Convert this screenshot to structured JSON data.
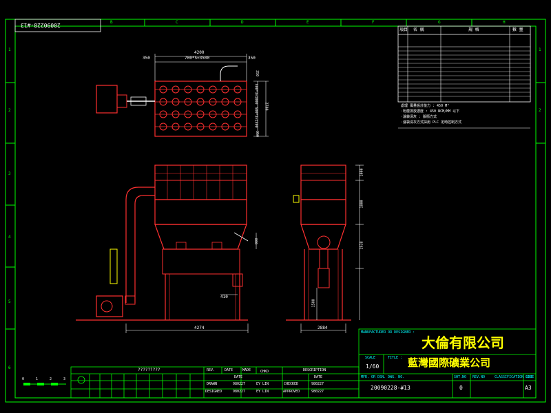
{
  "drawing": {
    "stamp": "20090228-#13",
    "columns": [
      "B",
      "C",
      "D",
      "E",
      "F",
      "G",
      "H"
    ],
    "rows_left": [
      "1",
      "2",
      "3",
      "4",
      "5",
      "6"
    ],
    "rows_right": [
      "1",
      "2"
    ]
  },
  "plan_view": {
    "dim_total": "4200",
    "dim_pitch": "700*5=3500",
    "dim_left": "350",
    "dim_right": "350",
    "dim_v1": "350",
    "dim_v2": "500*3=1000",
    "dim_v3": "2700",
    "dim_v4": "500*3=1500",
    "dim_v5": "350"
  },
  "front_view": {
    "dim_width": "4274",
    "dim_small": "410"
  },
  "side_view": {
    "dim_width": "2884",
    "dim_h1": "1000",
    "dim_h2": "1800",
    "dim_h3": "1938",
    "dim_h4": "1500",
    "dim_flange": "800"
  },
  "spec_table": {
    "headers": [
      "項目",
      "名 稱",
      "規 格",
      "數 量"
    ],
    "notes": [
      "處理 風量設計能力 : 450 M³",
      "·粉塵排放濃度 : 450 NCM/MM 以下",
      "·濾袋清灰 : 脈衝方式",
      "·濾袋清灰方式採用 PLC 定時控制方式"
    ]
  },
  "title_block": {
    "mfr_label": "MANUFACTURER OR DESIGNER :",
    "company": "大倫有限公司",
    "scale_label": "SCALE",
    "scale_value": "1/60",
    "title_label": "TITLE :",
    "title_value": "藍灣國際礦業公司",
    "dwg_no_label": "MFR. OR DSN. DWG. NO.",
    "dwg_no": "20090228-#13",
    "sht_label": "SHT.NO",
    "rev_no_label": "REV.NO",
    "rev_no": "0",
    "class_label": "CLASSIFICATION CODE",
    "size_label": "SIZE",
    "size_value": "A3"
  },
  "revision_block": {
    "header": "?????????",
    "rev_label": "REV.",
    "date_label": "DATE",
    "made_label": "MADE",
    "chkd_label": "CHKD",
    "desc_label": "DESCRIPTION",
    "date_col": "DATE",
    "date_col2": "DATE",
    "drawn_label": "DRAWN",
    "drawn_date": "980227",
    "drawn_by": "EY LIN",
    "designed_label": "DESIGNED",
    "designed_date": "980227",
    "designed_by": "EY LIN",
    "checked_label": "CHECKED",
    "checked_date": "980227",
    "approved_label": "APPROVED",
    "approved_date": "980227"
  },
  "scale_bar": [
    "0",
    "1",
    "2",
    "3"
  ],
  "colors": {
    "frame": "#00ff00",
    "structure": "#ff3030",
    "dimension": "#ffffff",
    "title": "#ffff00"
  }
}
